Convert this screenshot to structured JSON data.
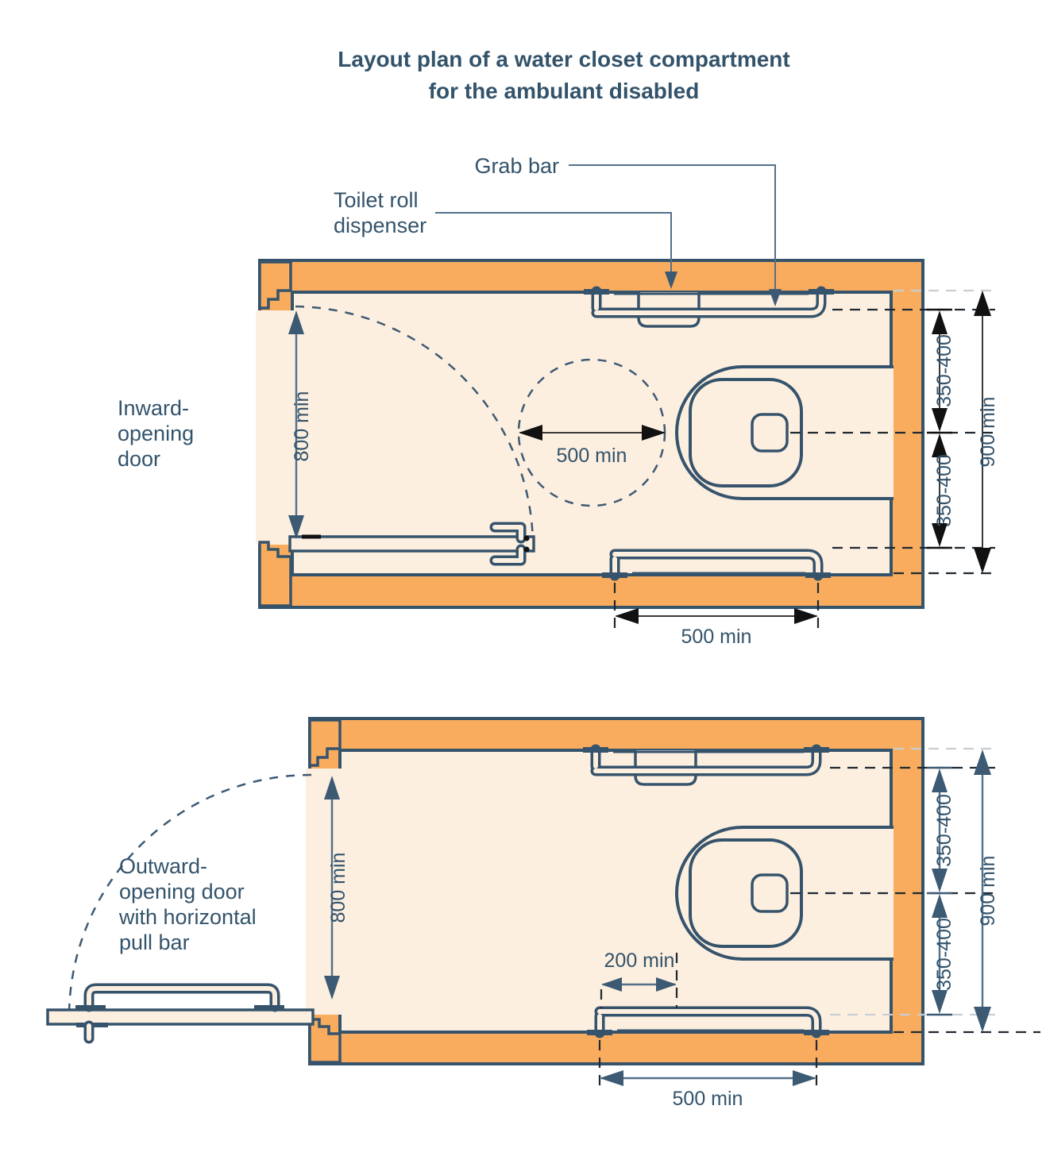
{
  "title": {
    "line1": "Layout plan of a water closet compartment",
    "line2": "for the ambulant disabled"
  },
  "callouts": {
    "grab_bar": "Grab bar",
    "dispenser_line1": "Toilet roll",
    "dispenser_line2": "dispenser"
  },
  "top_diagram": {
    "door_label_lines": [
      "Inward-",
      "opening",
      "door"
    ],
    "dims": {
      "door_clear": "800 min",
      "maneuver_space": "500 min",
      "bar_length": "500 min",
      "bar_to_seat_axis_upper": "350-400",
      "bar_to_seat_axis_lower": "350-400",
      "overall_width": "900 min"
    }
  },
  "bottom_diagram": {
    "door_label_lines": [
      "Outward-",
      "opening door",
      "with horizontal",
      "pull bar"
    ],
    "dims": {
      "door_clear": "800 min",
      "bar_beyond_pan": "200 min",
      "bar_length": "500 min",
      "bar_to_seat_axis_upper": "350-400",
      "bar_to_seat_axis_lower": "350-400",
      "overall_width": "900 min"
    }
  },
  "colors": {
    "wall": "#F9AC5D",
    "floor": "#FCEFDF",
    "outline": "#36536C",
    "text": "#33536B",
    "dim_dark": "#111111",
    "dim_slate": "#3D5A74"
  }
}
